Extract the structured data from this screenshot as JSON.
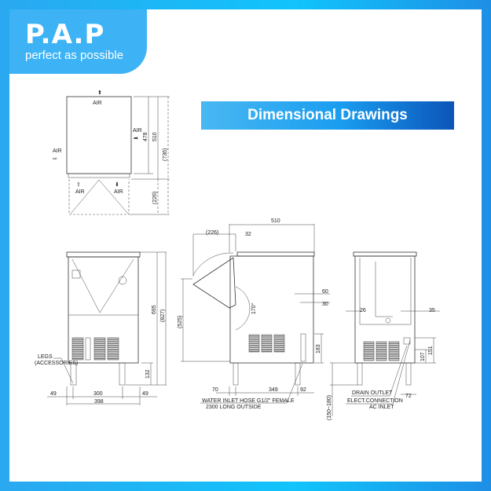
{
  "brand": {
    "name": "P.A.P",
    "tagline": "perfect as possible"
  },
  "banner": {
    "title": "Dimensional Drawings"
  },
  "top_view": {
    "air_labels": [
      "AIR",
      "AIR",
      "AIR",
      "AIR",
      "AIR"
    ],
    "dims": [
      "478",
      "510",
      "(736)",
      "(226)"
    ]
  },
  "front_view": {
    "dims": [
      "695",
      "(827)",
      "132",
      "49",
      "300",
      "49",
      "398"
    ],
    "legs_note": [
      "LEGS",
      "(ACCESSORIES)"
    ]
  },
  "side_view": {
    "dims": [
      "510",
      "(226)",
      "32",
      "(525)",
      "170°",
      "60",
      "30",
      "183",
      "70",
      "349",
      "92"
    ],
    "water_inlet": [
      "WATER INLET HOSE G1/2\" FEMALE",
      "2300 LONG OUTSIDE"
    ]
  },
  "back_view": {
    "dims": [
      "26",
      "35",
      "107",
      "151",
      "72",
      "(150~180)"
    ],
    "labels": [
      "DRAIN OUTLET",
      "ELECT.CONNECTION",
      "AC INLET"
    ]
  }
}
